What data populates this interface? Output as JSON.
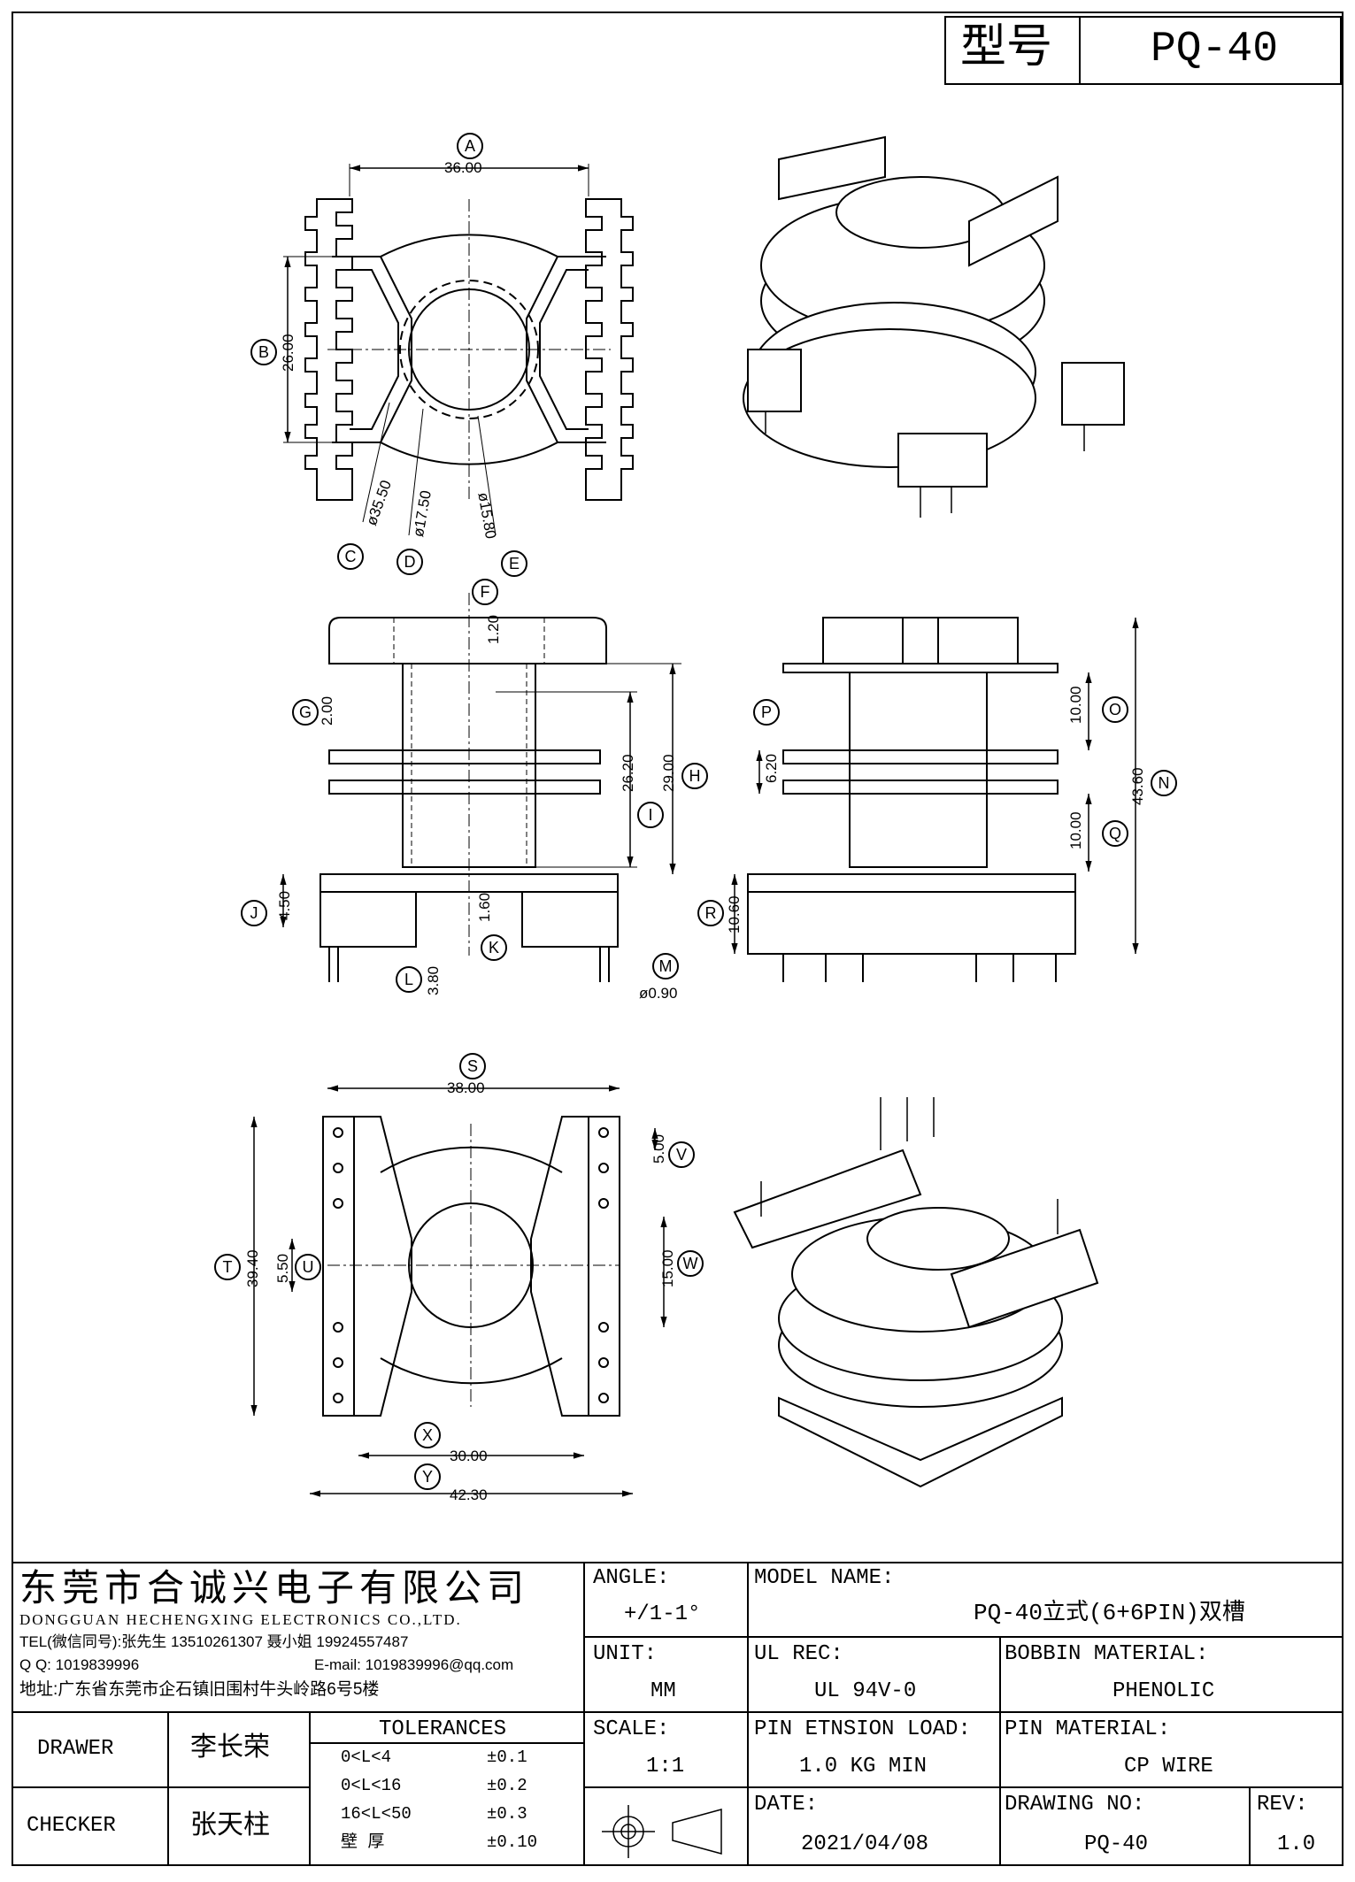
{
  "header": {
    "model_label": "型号",
    "model_value": "PQ-40"
  },
  "views": {
    "top": {
      "labels": {
        "A": "A",
        "B": "B",
        "C": "C",
        "D": "D",
        "E": "E"
      },
      "dims": {
        "A": "36.00",
        "B": "26.00",
        "C": "ø35.50",
        "D": "ø17.50",
        "E": "ø15.80"
      }
    },
    "side_left": {
      "labels": {
        "F": "F",
        "G": "G",
        "H": "H",
        "I": "I",
        "J": "J",
        "K": "K",
        "L": "L",
        "M": "M"
      },
      "dims": {
        "F": "1.20",
        "G": "2.00",
        "H": "29.00",
        "I": "26.20",
        "J": "4.50",
        "K": "1.60",
        "L": "3.80",
        "M": "ø0.90"
      }
    },
    "side_right": {
      "labels": {
        "N": "N",
        "O": "O",
        "P": "P",
        "Q": "Q",
        "R": "R"
      },
      "dims": {
        "N": "43.60",
        "O": "10.00",
        "P": "6.20",
        "Q": "10.00",
        "R": "10.60"
      }
    },
    "bottom": {
      "labels": {
        "S": "S",
        "T": "T",
        "U": "U",
        "V": "V",
        "W": "W",
        "X": "X",
        "Y": "Y"
      },
      "dims": {
        "S": "38.00",
        "T": "39.40",
        "U": "5.50",
        "V": "5.00",
        "W": "15.00",
        "X": "30.00",
        "Y": "42.30"
      }
    }
  },
  "title_block": {
    "company_cn": "东莞市合诚兴电子有限公司",
    "company_en": "DONGGUAN HECHENGXING ELECTRONICS CO.,LTD.",
    "tel": "TEL(微信同号):张先生 13510261307 聂小姐 19924557487",
    "qq": "Q Q: 1019839996",
    "email": "E-mail: 1019839996@qq.com",
    "address": "地址:广东省东莞市企石镇旧围村牛头岭路6号5楼",
    "angle_label": "ANGLE:",
    "angle_value": "+/1-1°",
    "model_name_label": "MODEL NAME:",
    "model_name_value": "PQ-40立式(6+6PIN)双槽",
    "unit_label": "UNIT:",
    "unit_value": "MM",
    "ul_label": "UL REC:",
    "ul_value": "UL 94V-0",
    "bobbin_label": "BOBBIN MATERIAL:",
    "bobbin_value": "PHENOLIC",
    "drawer_label": "DRAWER",
    "drawer_name": "李长荣",
    "checker_label": "CHECKER",
    "checker_name": "张天柱",
    "tolerances_label": "TOLERANCES",
    "tolerances": [
      {
        "range": "0<L<4",
        "value": "±0.1"
      },
      {
        "range": "0<L<16",
        "value": "±0.2"
      },
      {
        "range": "16<L<50",
        "value": "±0.3"
      },
      {
        "range": "壁  厚",
        "value": "±0.10"
      }
    ],
    "scale_label": "SCALE:",
    "scale_value": "1:1",
    "pin_load_label": "PIN ETNSION LOAD:",
    "pin_load_value": "1.0 KG MIN",
    "pin_material_label": "PIN MATERIAL:",
    "pin_material_value": "CP WIRE",
    "date_label": "DATE:",
    "date_value": "2021/04/08",
    "drawing_no_label": "DRAWING NO:",
    "drawing_no_value": "PQ-40",
    "rev_label": "REV:",
    "rev_value": "1.0"
  }
}
